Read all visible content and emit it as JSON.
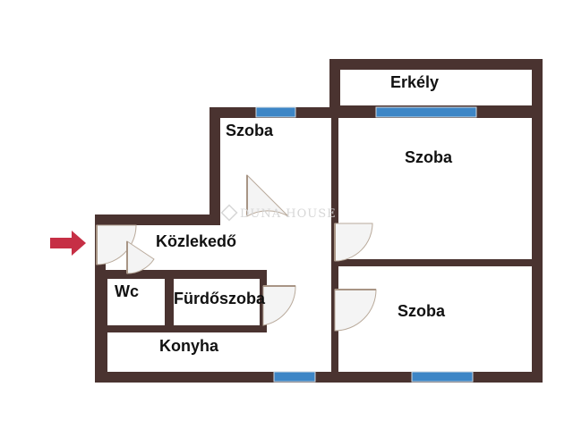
{
  "rooms": {
    "erkely": "Erkély",
    "szoba_top_left": "Szoba",
    "szoba_top_right": "Szoba",
    "kozlekedo": "Közlekedő",
    "wc": "Wc",
    "furdoszoba": "Fürdőszoba",
    "konyha": "Konyha",
    "szoba_bottom_right": "Szoba"
  },
  "watermark": "DUNA HOUSE",
  "colors": {
    "wall": "#4a3330",
    "window": "#3d86c6",
    "entry_arrow": "#c62f45"
  },
  "icons": {
    "entry": "entry-arrow-icon"
  }
}
